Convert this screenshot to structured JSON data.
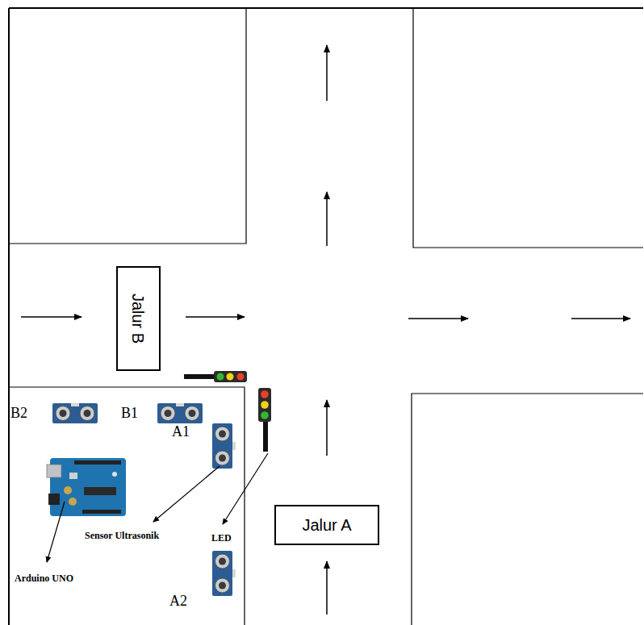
{
  "diagram": {
    "nodes": [
      {
        "text": [
          "Jalur B"
        ]
      },
      {
        "text": [
          "Jalur A"
        ]
      }
    ],
    "edges": [],
    "labels": [
      "B2",
      "B1",
      "A1",
      "A2",
      "Sensor Ultrasonik",
      "LED",
      "Arduino UNO"
    ]
  }
}
